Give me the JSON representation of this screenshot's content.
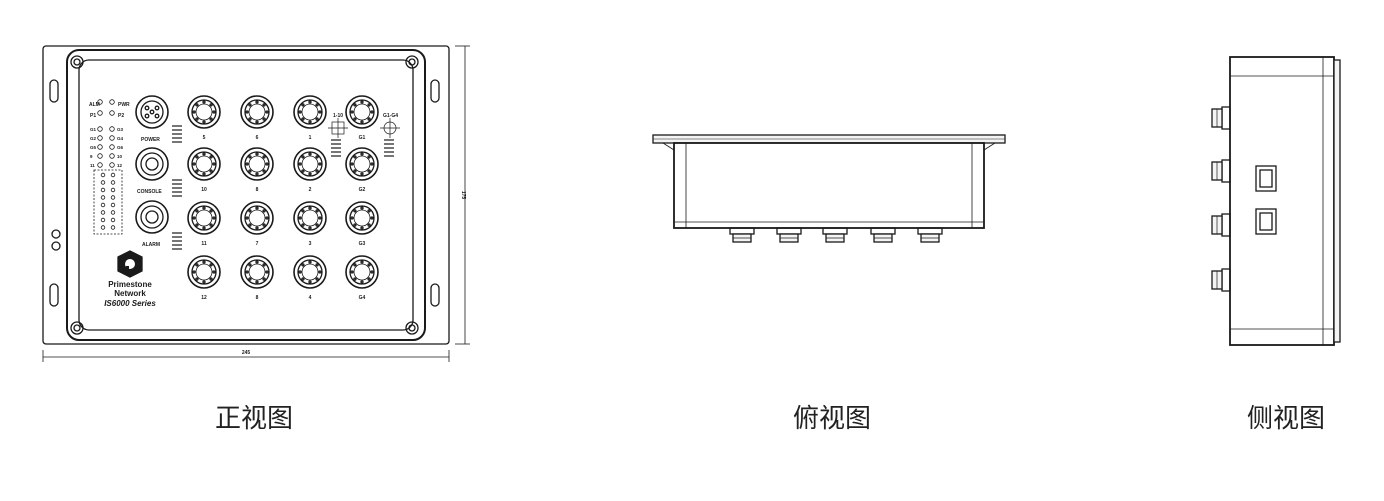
{
  "captions": {
    "front": "正视图",
    "top": "俯视图",
    "side": "侧视图"
  },
  "front": {
    "brand_line1": "Primestone",
    "brand_line2": "Network",
    "series": "IS6000 Series",
    "width_dim": "245",
    "height_dim": "175",
    "labels": {
      "alm": "ALM",
      "pwr": "PWR",
      "p1": "P1",
      "p2": "P2",
      "power": "POWER",
      "console": "CONSOLE",
      "alarm": "ALARM",
      "led_1_10": "1-10",
      "led_g1_g4": "G1-G4"
    },
    "led_rows": [
      [
        "G1",
        "G3"
      ],
      [
        "G2",
        "G4"
      ],
      [
        "G5",
        "G6"
      ],
      [
        "9",
        "10"
      ],
      [
        "11",
        "12"
      ]
    ],
    "port_cols": [
      [
        "5",
        "10",
        "11",
        "12"
      ],
      [
        "6",
        "8",
        "7",
        "8"
      ],
      [
        "1",
        "2",
        "3",
        "4"
      ],
      [
        "G1",
        "G2",
        "G3",
        "G4"
      ]
    ]
  },
  "colors": {
    "line": "#1a1a1a",
    "light_fill": "#f4f4f4",
    "shade": "#d8d8d8"
  }
}
